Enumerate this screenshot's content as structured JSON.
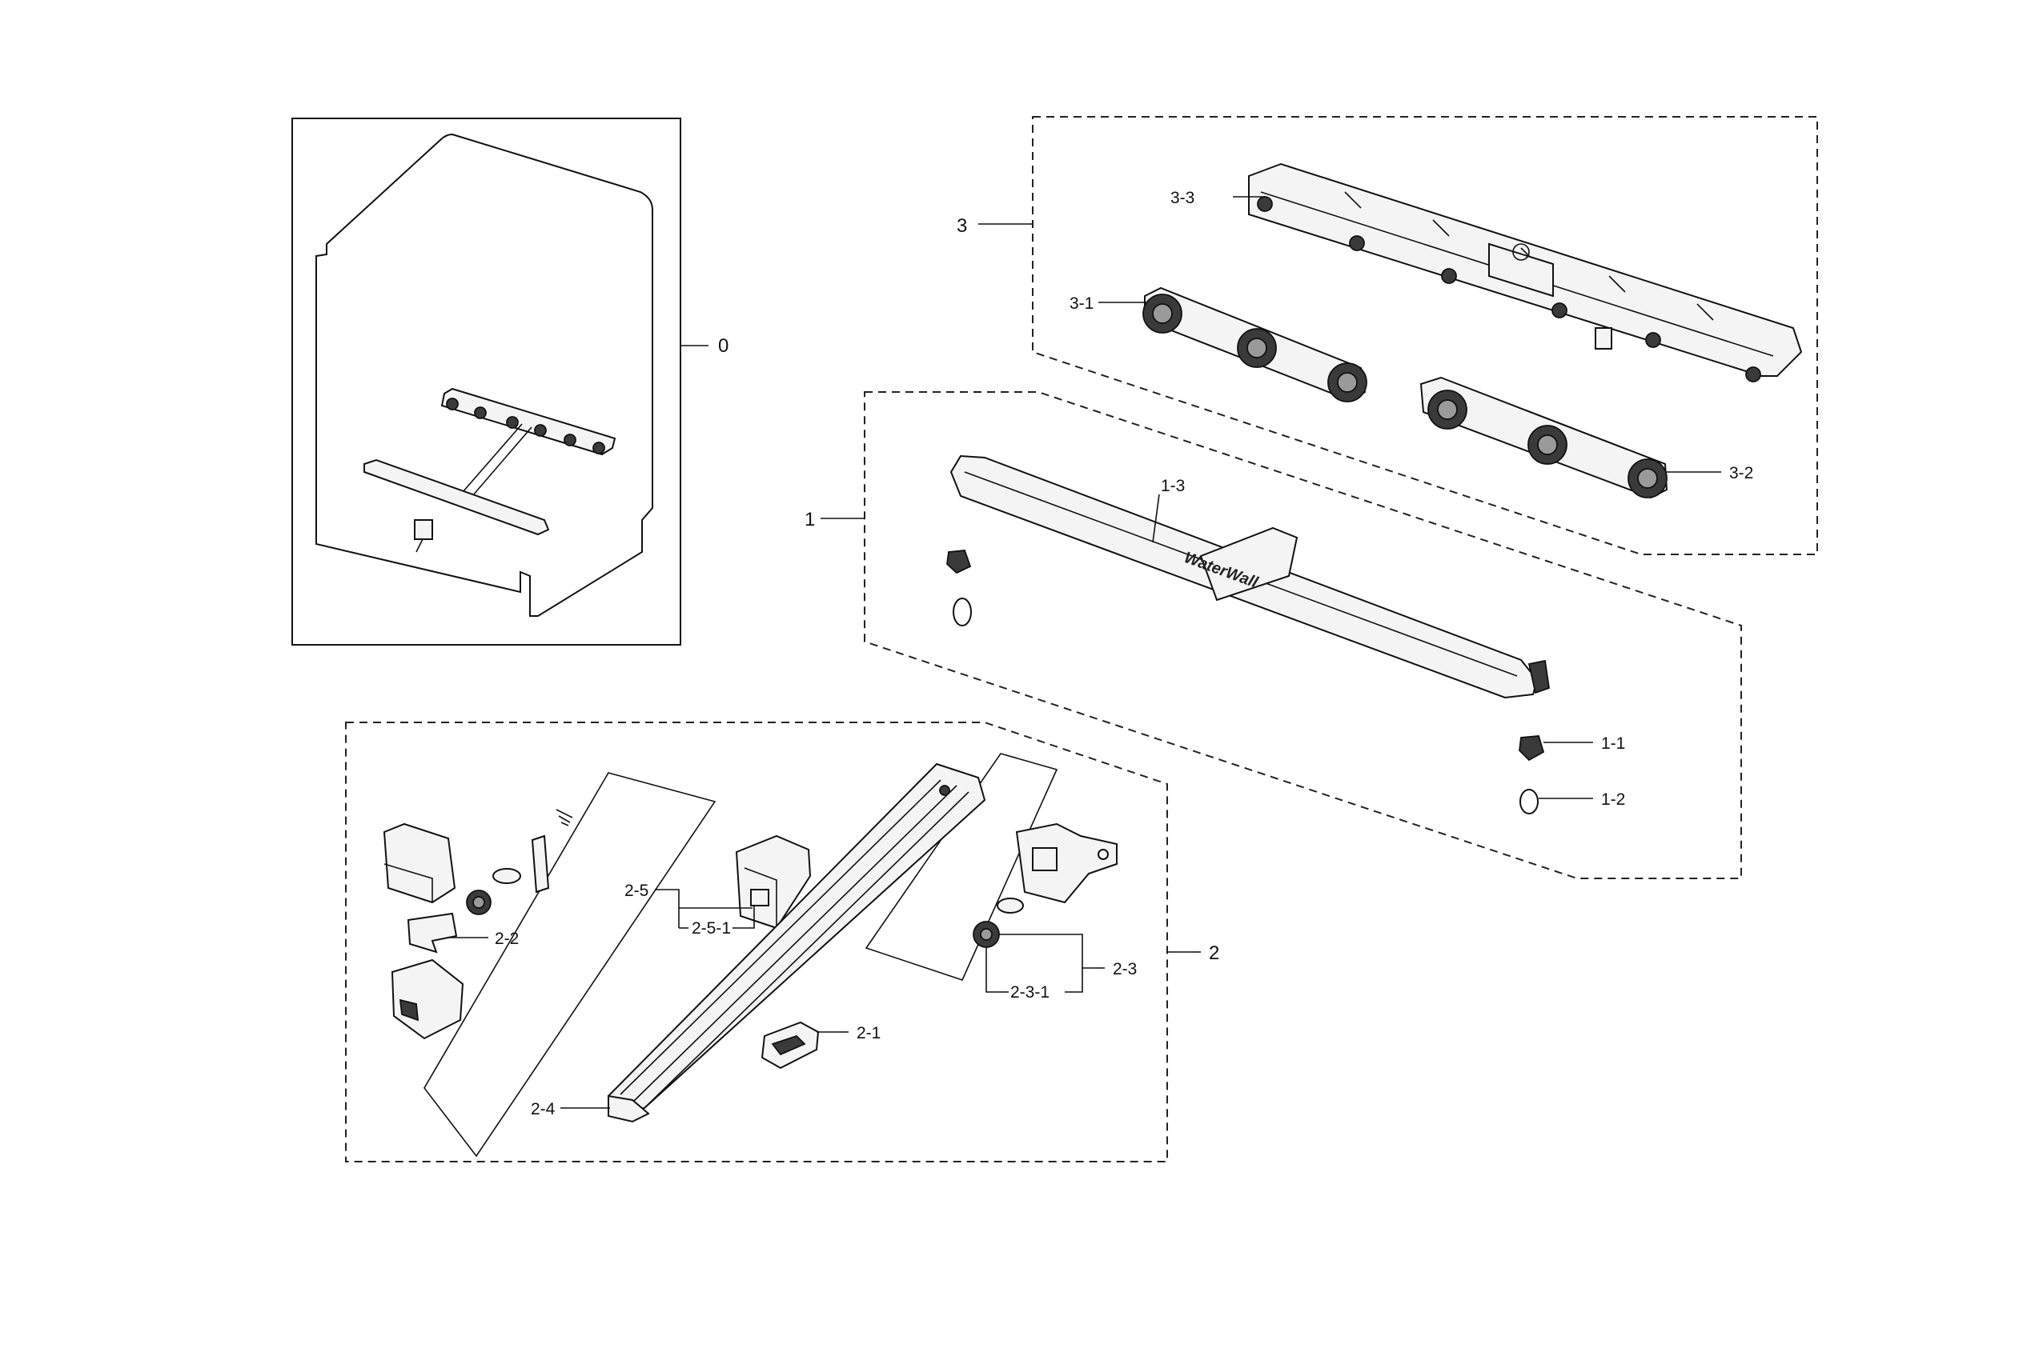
{
  "diagram": {
    "groups": [
      {
        "id": "0",
        "label": "0"
      },
      {
        "id": "1",
        "label": "1"
      },
      {
        "id": "2",
        "label": "2"
      },
      {
        "id": "3",
        "label": "3"
      }
    ],
    "callouts": {
      "p1_1": "1-1",
      "p1_2": "1-2",
      "p1_3": "1-3",
      "p2_1": "2-1",
      "p2_2": "2-2",
      "p2_3": "2-3",
      "p2_3_1": "2-3-1",
      "p2_4": "2-4",
      "p2_5": "2-5",
      "p2_5_1": "2-5-1",
      "p3_1": "3-1",
      "p3_2": "3-2",
      "p3_3": "3-3"
    },
    "part_marking": "WaterWall"
  }
}
